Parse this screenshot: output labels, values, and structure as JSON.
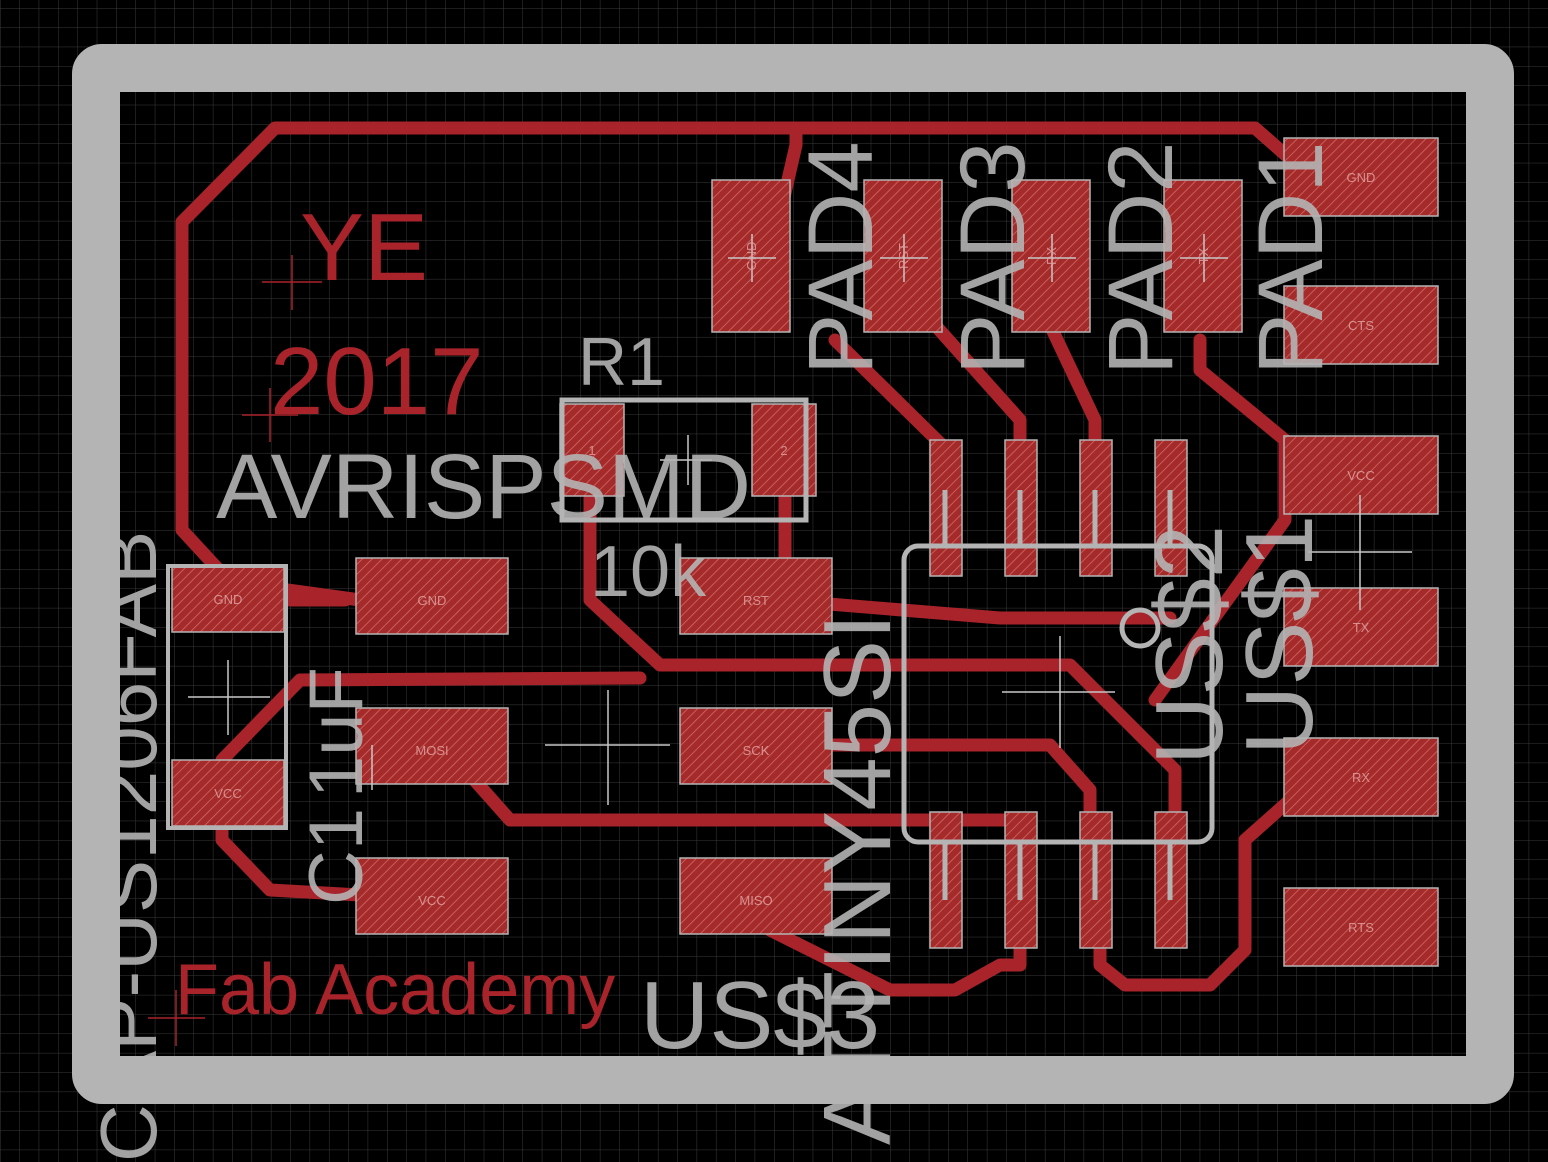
{
  "colors": {
    "background": "#000000",
    "grid": "#3a3a3a",
    "board_outline": "#b4b4b4",
    "copper": "#a52a2a",
    "trace": "#a8232a",
    "silkscreen": "#b4b4b4",
    "board_text": "#a8232a"
  },
  "board_texts": {
    "initials": "YE",
    "year": "2017",
    "brand": "Fab Academy"
  },
  "component_labels": {
    "r1_name": "R1",
    "r1_value": "10k",
    "isp_value": "AVRISPSMD",
    "c1_name": "C1",
    "c1_value": "1uF",
    "cap_value": "CAP-US1206FAB",
    "us3": "US$3",
    "us2": "US$2",
    "us1": "US$1",
    "attiny": "ATTINY45SI",
    "pad4": "PAD4",
    "pad3": "PAD3",
    "pad2": "PAD2",
    "pad1": "PAD1"
  },
  "pad_labels": {
    "isp_gnd": "GND",
    "isp_rst": "RST",
    "isp_mosi": "MOSI",
    "isp_sck": "SCK",
    "isp_vcc": "VCC",
    "isp_miso": "MISO",
    "cap_gnd": "GND",
    "cap_vcc": "VCC",
    "ftdi_gnd": "GND",
    "ftdi_cts": "CTS",
    "ftdi_vcc": "VCC",
    "ftdi_tx": "TX",
    "ftdi_rx": "RX",
    "ftdi_rts": "RTS",
    "pad4_gnd": "GND",
    "pad3_rst": "RST",
    "pad2_rx": "RX",
    "pad1_tx": "TX",
    "r1_p1": "1",
    "r1_p2": "2"
  }
}
